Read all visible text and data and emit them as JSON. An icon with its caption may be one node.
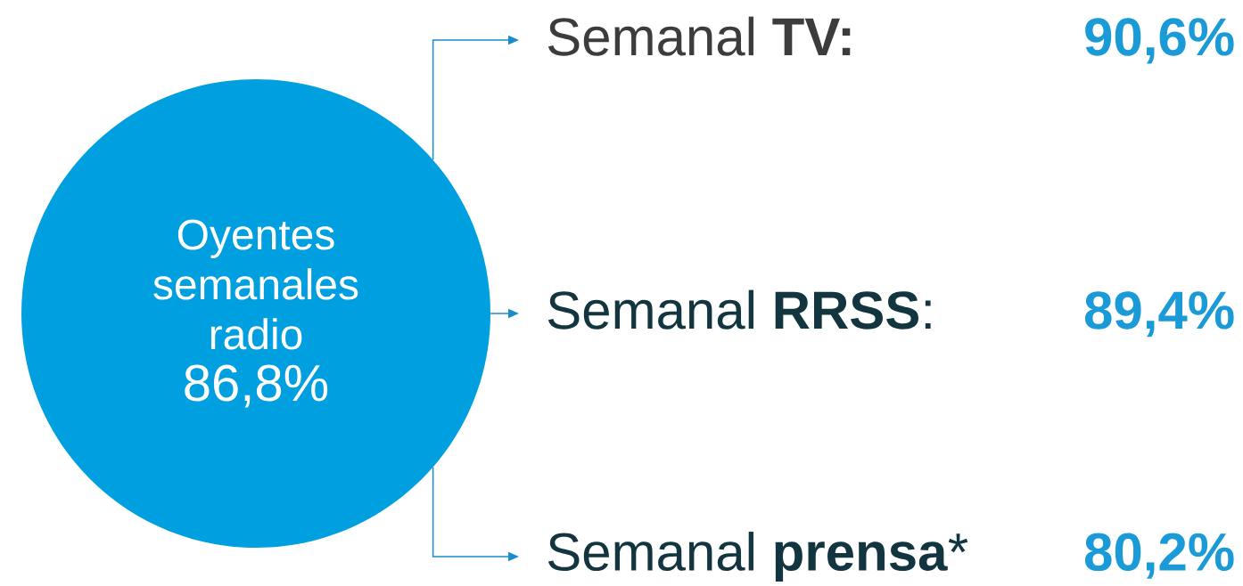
{
  "diagram": {
    "nodes": [
      {
        "text": [
          "Oyentes semanales radio",
          "86,8%"
        ]
      },
      {
        "text": [
          "Semanal **TV:**",
          "90,6%"
        ]
      },
      {
        "text": [
          "Semanal **RRSS**:",
          "89,4%"
        ]
      },
      {
        "text": [
          "Semanal **prensa***",
          "80,2%"
        ]
      }
    ],
    "edges": [
      {
        "from": 0,
        "to": 1,
        "arrow": "to"
      },
      {
        "from": 0,
        "to": 2,
        "arrow": "to"
      },
      {
        "from": 0,
        "to": 3,
        "arrow": "to"
      }
    ]
  }
}
